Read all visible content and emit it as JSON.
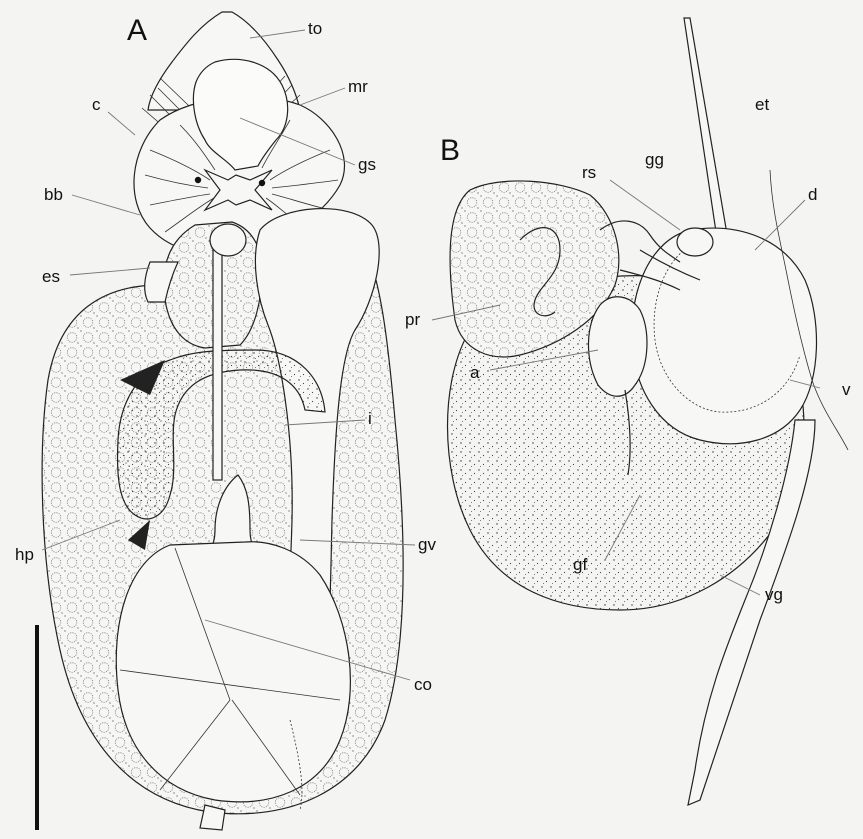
{
  "figure": {
    "panels": [
      {
        "id": "A",
        "label": "A"
      },
      {
        "id": "B",
        "label": "B"
      }
    ],
    "labels_a": {
      "to": "to",
      "mr": "mr",
      "c": "c",
      "gs": "gs",
      "bb": "bb",
      "es": "es",
      "i": "i",
      "hp": "hp",
      "gv": "gv",
      "co": "co"
    },
    "labels_b": {
      "et": "et",
      "rs": "rs",
      "gg": "gg",
      "d": "d",
      "pr": "pr",
      "a": "a",
      "v": "v",
      "gf": "gf",
      "vg": "vg"
    }
  }
}
